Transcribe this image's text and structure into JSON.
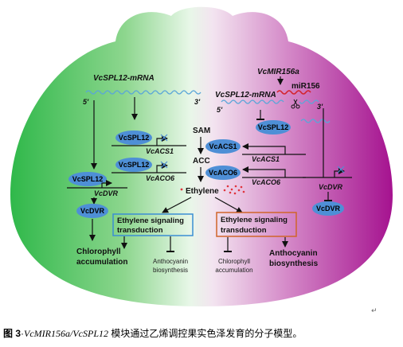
{
  "caption": {
    "prefix": "图 3",
    "sep": "·",
    "gene": "VcMIR156a/VcSPL12",
    "rest": " 模块通过乙烯调控果实色泽发育的分子模型。"
  },
  "return_mark": "↵",
  "left": {
    "mrna_label": "VcSPL12-mRNA",
    "five_prime": "5'",
    "three_prime": "3'",
    "spl12_a": "VcSPL12",
    "acs1_label": "VcACS1",
    "spl12_b": "VcSPL12",
    "aco6_label": "VcACO6",
    "spl12_c": "VcSPL12",
    "dvr_label": "VcDVR",
    "dvr_protein": "VcDVR",
    "eth_box_line1": "Ethylene signaling",
    "eth_box_line2": "transduction",
    "chl_line1": "Chlorophyll",
    "chl_line2": "accumulation",
    "antho_line1": "Anthocyanin",
    "antho_line2": "biosynthesis"
  },
  "center": {
    "sam": "SAM",
    "acc": "ACC",
    "ethylene": "Ethylene"
  },
  "right": {
    "mir_label": "VcMIR156a",
    "mir156": "miR156",
    "mrna_label": "VcSPL12-mRNA",
    "five_prime": "5'",
    "three_prime": "3'",
    "spl12": "VcSPL12",
    "acs1_protein": "VcACS1",
    "acs1_label": "VcACS1",
    "aco6_protein": "VcACO6",
    "aco6_label": "VcACO6",
    "dvr_label": "VcDVR",
    "dvr_protein": "VcDVR",
    "eth_box_line1": "Ethylene signaling",
    "eth_box_line2": "transduction",
    "chl_line1": "Chlorophyll",
    "chl_line2": "accumulation",
    "antho_line1": "Anthocyanin",
    "antho_line2": "biosynthesis"
  },
  "colors": {
    "green_dark": "#2fb84a",
    "green_light": "#e8f7e8",
    "purple_dark": "#a5128f",
    "purple_light": "#f3e4f0",
    "oval_fill": "#4e8fd6",
    "box_left_border": "#3b8ed4",
    "box_right_border": "#d0652a",
    "mrna_wave": "#5aa6d8",
    "mir_wave": "#d4232c",
    "ethylene_dots": "#e0343c"
  }
}
